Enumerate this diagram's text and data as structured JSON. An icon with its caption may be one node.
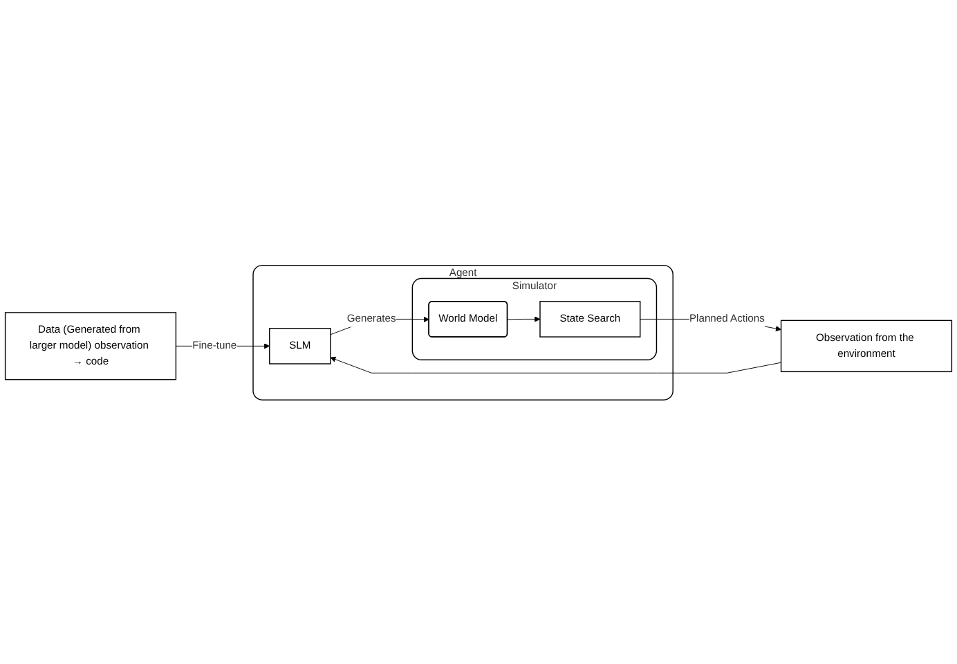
{
  "diagram": {
    "nodes": [
      {
        "text": [
          "Data (Generated from larger model) observation → code"
        ]
      },
      {
        "text": [
          "Observation from the environment"
        ]
      },
      {
        "text": [
          "Agent"
        ]
      },
      {
        "text": [
          "SLM"
        ],
        "in": 2
      },
      {
        "text": [
          "Simulator"
        ],
        "in": 2
      },
      {
        "text": [
          "World Model"
        ],
        "in": 4
      },
      {
        "text": [
          "State Search"
        ],
        "in": 4
      }
    ],
    "edges": [
      {
        "from": 0,
        "to": 3,
        "arrow": "to",
        "label": "Fine-tune"
      },
      {
        "from": 1,
        "to": 3,
        "arrow": "to"
      },
      {
        "from": 3,
        "to": 5,
        "arrow": "to",
        "label": "Generates"
      },
      {
        "from": 5,
        "to": 6,
        "arrow": "to"
      },
      {
        "from": 6,
        "to": 1,
        "arrow": "to",
        "label": "Planned Actions"
      }
    ]
  }
}
